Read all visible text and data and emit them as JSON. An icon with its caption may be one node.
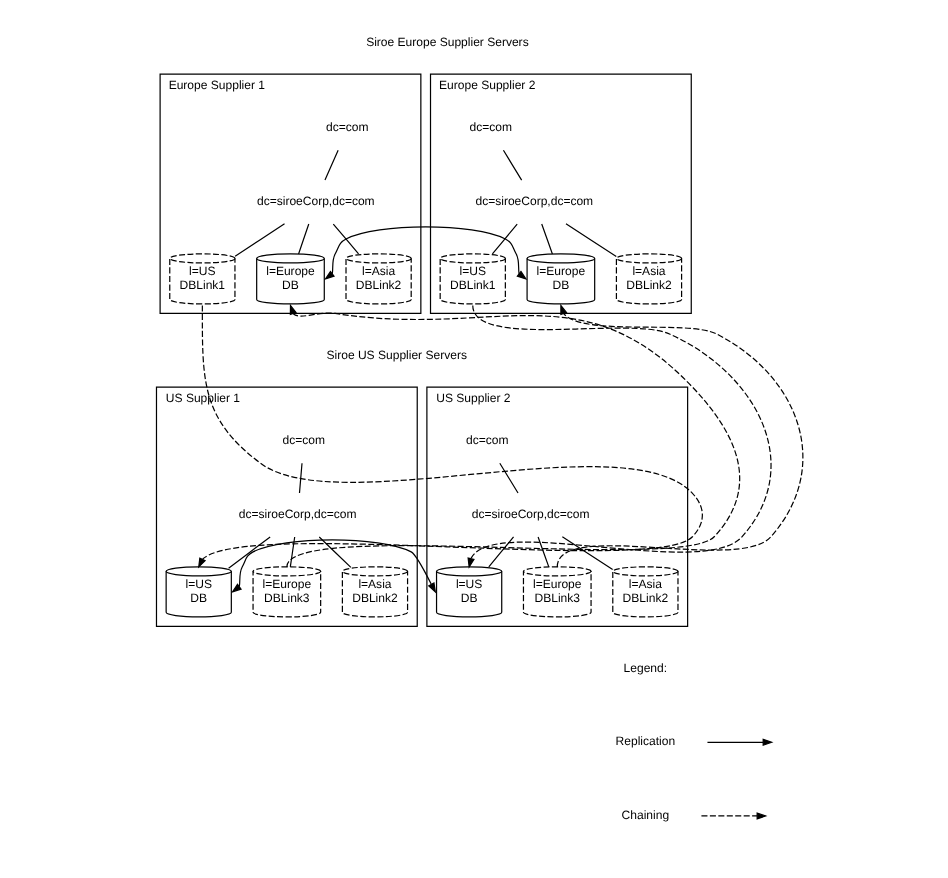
{
  "diagram": {
    "nodes": [
      {
        "text": [
          "Europe Supplier 1"
        ]
      },
      {
        "text": [
          "dc=com"
        ],
        "in": 0
      },
      {
        "text": [
          "dc=siroeCorp,dc=com"
        ],
        "in": 0
      },
      {
        "text": [
          "l=US",
          "DBLink1"
        ],
        "in": 0
      },
      {
        "text": [
          "l=Europe",
          "DB"
        ],
        "in": 0
      },
      {
        "text": [
          "l=Asia",
          "DBLink2"
        ],
        "in": 0
      },
      {
        "text": [
          "Europe Supplier 2"
        ]
      },
      {
        "text": [
          "dc=com"
        ],
        "in": 6
      },
      {
        "text": [
          "dc=siroeCorp,dc=com"
        ],
        "in": 6
      },
      {
        "text": [
          "l=US",
          "DBLink1"
        ],
        "in": 6
      },
      {
        "text": [
          "l=Europe",
          "DB"
        ],
        "in": 6
      },
      {
        "text": [
          "l=Asia",
          "DBLink2"
        ],
        "in": 6
      },
      {
        "text": [
          "US Supplier 1"
        ]
      },
      {
        "text": [
          "dc=com"
        ],
        "in": 12
      },
      {
        "text": [
          "dc=siroeCorp,dc=com"
        ],
        "in": 12
      },
      {
        "text": [
          "l=US",
          "DB"
        ],
        "in": 12
      },
      {
        "text": [
          "l=Europe",
          "DBLink3"
        ],
        "in": 12
      },
      {
        "text": [
          "l=Asia",
          "DBLink2"
        ],
        "in": 12
      },
      {
        "text": [
          "US Supplier 2"
        ]
      },
      {
        "text": [
          "dc=com"
        ],
        "in": 18
      },
      {
        "text": [
          "dc=siroeCorp,dc=com"
        ],
        "in": 18
      },
      {
        "text": [
          "l=US",
          "DB"
        ],
        "in": 18
      },
      {
        "text": [
          "l=Europe",
          "DBLink3"
        ],
        "in": 18
      },
      {
        "text": [
          "l=Asia",
          "DBLink2"
        ],
        "in": 18
      }
    ],
    "edges": [
      {
        "from": 1,
        "to": 2,
        "arrow": "none"
      },
      {
        "from": 2,
        "to": 3,
        "arrow": "none"
      },
      {
        "from": 2,
        "to": 4,
        "arrow": "none"
      },
      {
        "from": 2,
        "to": 5,
        "arrow": "none"
      },
      {
        "from": 7,
        "to": 8,
        "arrow": "none"
      },
      {
        "from": 8,
        "to": 9,
        "arrow": "none"
      },
      {
        "from": 8,
        "to": 10,
        "arrow": "none"
      },
      {
        "from": 8,
        "to": 11,
        "arrow": "none"
      },
      {
        "from": 13,
        "to": 14,
        "arrow": "none"
      },
      {
        "from": 14,
        "to": 15,
        "arrow": "none"
      },
      {
        "from": 14,
        "to": 16,
        "arrow": "none"
      },
      {
        "from": 14,
        "to": 17,
        "arrow": "none"
      },
      {
        "from": 19,
        "to": 20,
        "arrow": "none"
      },
      {
        "from": 20,
        "to": 21,
        "arrow": "none"
      },
      {
        "from": 20,
        "to": 22,
        "arrow": "none"
      },
      {
        "from": 20,
        "to": 23,
        "arrow": "none"
      },
      {
        "from": 4,
        "to": 10,
        "arrow": "both"
      },
      {
        "from": 15,
        "to": 21,
        "arrow": "both"
      },
      {
        "from": 3,
        "to": 15,
        "arrow": "to",
        "style": "dashed"
      },
      {
        "from": 16,
        "to": 4,
        "arrow": "to",
        "style": "dashed"
      },
      {
        "from": 9,
        "to": 21,
        "arrow": "to",
        "style": "dashed"
      },
      {
        "from": 22,
        "to": 10,
        "arrow": "to",
        "style": "dashed"
      }
    ],
    "labels": [
      "Siroe Europe Supplier Servers",
      "Siroe US Supplier Servers",
      "Legend:"
    ],
    "legend": [
      {
        "text": "Replication"
      },
      {
        "text": "Chaining"
      }
    ]
  }
}
